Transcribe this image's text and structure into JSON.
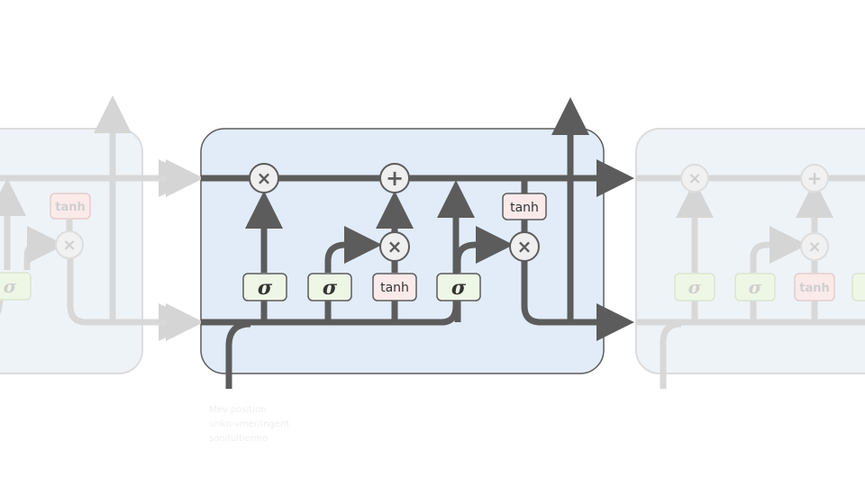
{
  "gates": {
    "sigma": "σ",
    "tanh": "tanh",
    "multiply": "×",
    "add": "+"
  },
  "colors": {
    "line": "#5c5c5c",
    "cell_fill": "#e2ecf8",
    "cell_stroke": "#5c5c5c",
    "sigma_fill": "#eef7e6",
    "tanh_fill": "#fbeaea",
    "op_fill": "#efefef"
  },
  "footnote": {
    "line1": "Mev position",
    "line2": "unkn-vmer/ingent",
    "line3": "sonifulbermo"
  }
}
